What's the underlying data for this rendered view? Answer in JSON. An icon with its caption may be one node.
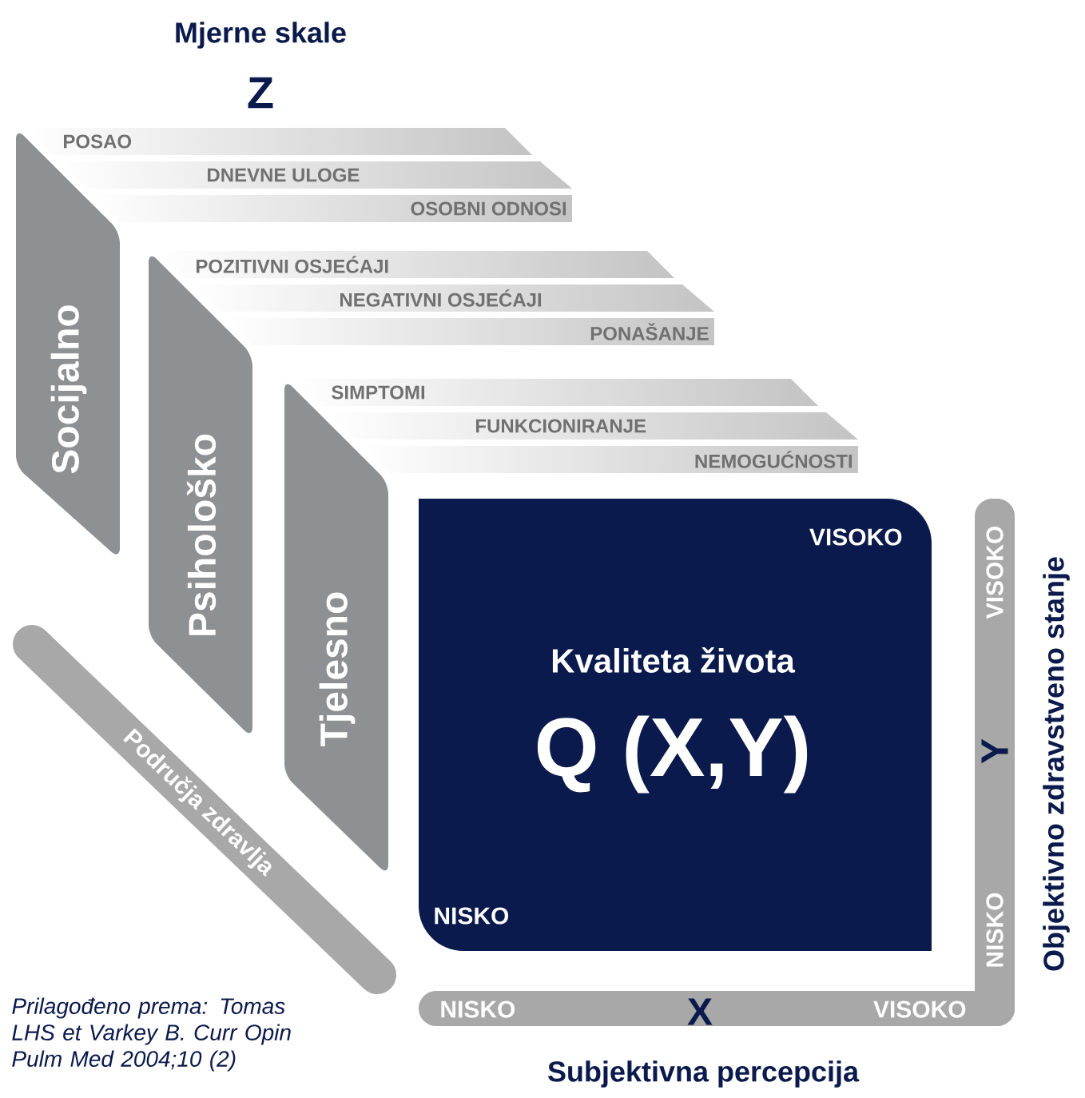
{
  "diagram": {
    "caption": "Prilagođeno prema: Tomas LHS et Varkey B. Curr Opin Pulm Med 2004;10 (2)",
    "nodes": [
      {
        "text": [
          "Socijalno"
        ]
      },
      {
        "text": [
          "POSAO"
        ]
      },
      {
        "text": [
          "DNEVNE ULOGE"
        ]
      },
      {
        "text": [
          "OSOBNI ODNOSI"
        ]
      },
      {
        "text": [
          "Psihološko"
        ]
      },
      {
        "text": [
          "POZITIVNI OSJEĆAJI"
        ]
      },
      {
        "text": [
          "NEGATIVNI OSJEĆAJI"
        ]
      },
      {
        "text": [
          "PONAŠANJE"
        ]
      },
      {
        "text": [
          "Tjelesno"
        ]
      },
      {
        "text": [
          "SIMPTOMI"
        ]
      },
      {
        "text": [
          "FUNKCIONIRANJE"
        ]
      },
      {
        "text": [
          "NEMOGUĆNOSTI"
        ]
      },
      {
        "text": [
          "VISOKO",
          "Kvaliteta života",
          "Q (X,Y)",
          "NISKO"
        ]
      },
      {
        "text": [
          "Područja zdravlja"
        ]
      },
      {
        "text": [
          "VISOKO",
          "Y",
          "NISKO"
        ]
      },
      {
        "text": [
          "NISKO",
          "X",
          "VISOKO"
        ]
      }
    ],
    "labels": [
      "Mjerne skale",
      "Z",
      "Subjektivna percepcija",
      "Objektivno zdravstveno stanje"
    ]
  }
}
